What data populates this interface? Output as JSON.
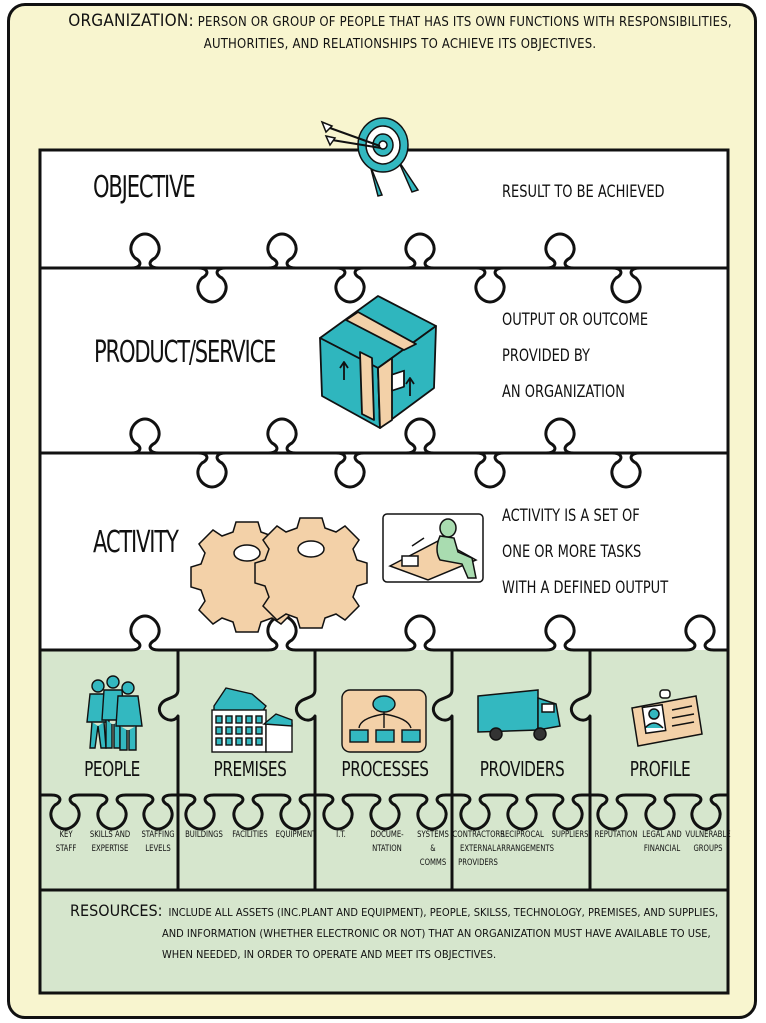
{
  "header": {
    "term": "Organization:",
    "line1": "Person or group of people that has its own functions with responsibilities,",
    "line2": "authorities, and relationships to achieve its objectives."
  },
  "tiers": {
    "objective": {
      "title": "Objective",
      "description": [
        "Result to be achieved"
      ]
    },
    "product": {
      "title": "Product/Service",
      "description": [
        "Output or Outcome",
        "provided by",
        "an organization"
      ]
    },
    "activity": {
      "title": "Activity",
      "description": [
        "Activity is a set of",
        "one or more tasks",
        "with a defined output"
      ]
    }
  },
  "resources": [
    {
      "title": "People",
      "icon": "people-icon",
      "items": [
        [
          "Key",
          "Staff"
        ],
        [
          "Skills and",
          "Expertise"
        ],
        [
          "Staffing",
          "Levels"
        ]
      ]
    },
    {
      "title": "Premises",
      "icon": "building-icon",
      "items": [
        [
          "Buildings"
        ],
        [
          "Facilities"
        ],
        [
          "Equipment"
        ]
      ]
    },
    {
      "title": "Processes",
      "icon": "flowchart-icon",
      "items": [
        [
          "I.T."
        ],
        [
          "Docume-",
          "ntation"
        ],
        [
          "Systems",
          "&",
          "Comms"
        ]
      ]
    },
    {
      "title": "Providers",
      "icon": "truck-icon",
      "items": [
        [
          "Contractors",
          "External",
          "Providers"
        ],
        [
          "Reciprocal",
          "Arrangements"
        ],
        [
          "Suppliers"
        ]
      ]
    },
    {
      "title": "Profile",
      "icon": "id-card-icon",
      "items": [
        [
          "Reputation"
        ],
        [
          "Legal and",
          "Financial"
        ],
        [
          "Vulnerable",
          "Groups"
        ]
      ]
    }
  ],
  "footer": {
    "term": "Resources:",
    "lines": [
      "Include all assets (inc.plant and equipment), people, skilss, technology, premises, and supplies,",
      "and information (whether electronic or not) that an organization must have available to use,",
      "when needed, in order to operate and meet its objectives."
    ]
  },
  "colors": {
    "background": "#f8f5cf",
    "green": "#d6e6cd",
    "teal": "#33b8c0",
    "tan": "#f3d1a8",
    "ink": "#111111"
  }
}
